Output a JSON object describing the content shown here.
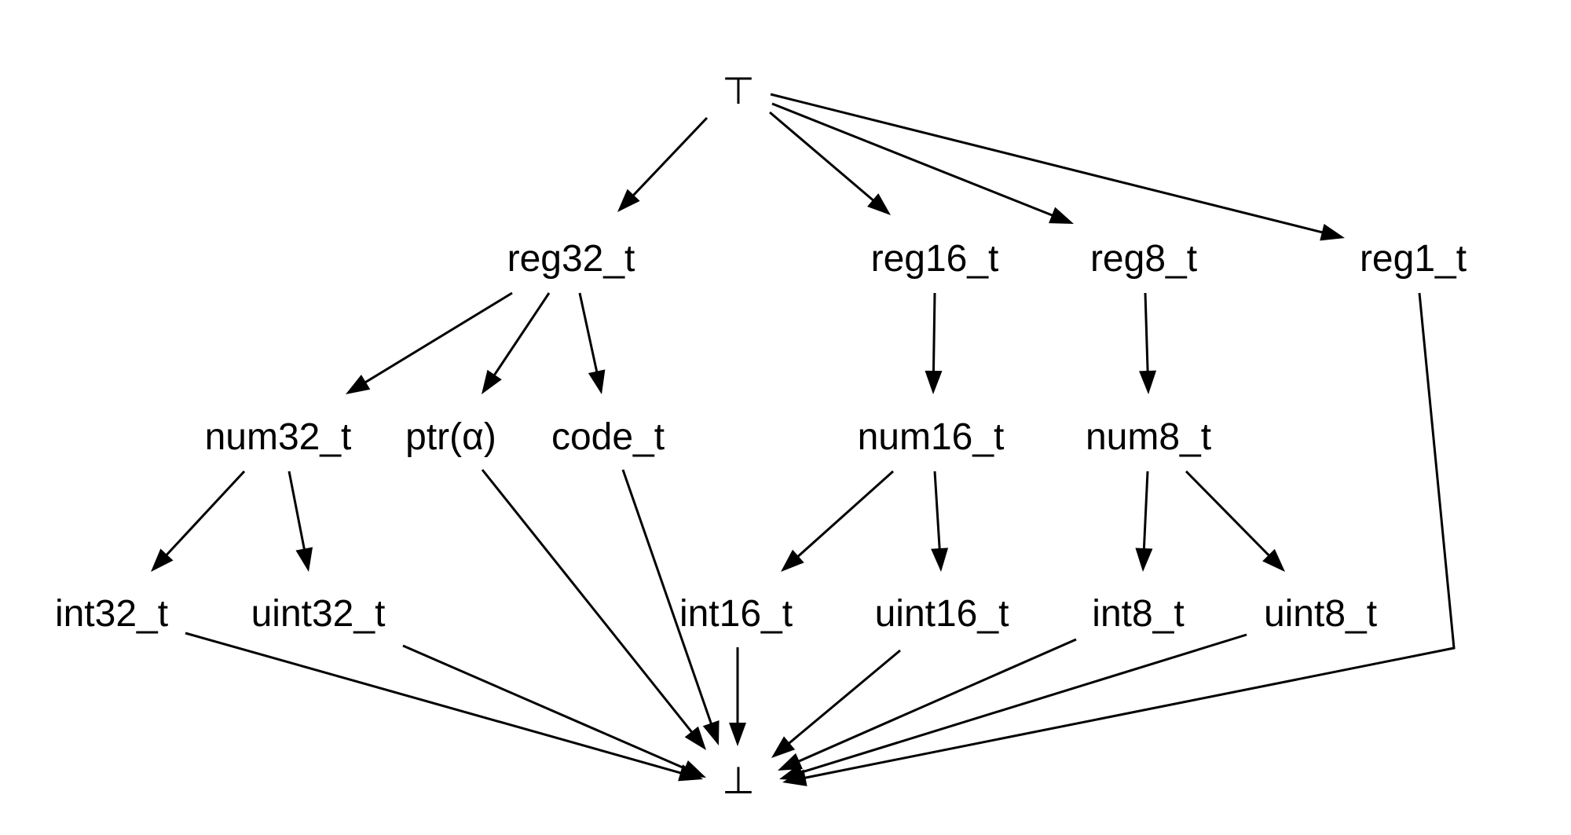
{
  "diagram": {
    "nodes": [
      {
        "id": "top",
        "label": "⊤"
      },
      {
        "id": "reg32",
        "label": "reg32_t"
      },
      {
        "id": "reg16",
        "label": "reg16_t"
      },
      {
        "id": "reg8",
        "label": "reg8_t"
      },
      {
        "id": "reg1",
        "label": "reg1_t"
      },
      {
        "id": "num32",
        "label": "num32_t"
      },
      {
        "id": "ptr",
        "label": "ptr(α)"
      },
      {
        "id": "code",
        "label": "code_t"
      },
      {
        "id": "num16",
        "label": "num16_t"
      },
      {
        "id": "num8",
        "label": "num8_t"
      },
      {
        "id": "int32",
        "label": "int32_t"
      },
      {
        "id": "uint32",
        "label": "uint32_t"
      },
      {
        "id": "int16",
        "label": "int16_t"
      },
      {
        "id": "uint16",
        "label": "uint16_t"
      },
      {
        "id": "int8",
        "label": "int8_t"
      },
      {
        "id": "uint8",
        "label": "uint8_t"
      },
      {
        "id": "bottom",
        "label": "⊥"
      }
    ],
    "edges": [
      {
        "from": "top",
        "to": "reg32"
      },
      {
        "from": "top",
        "to": "reg16"
      },
      {
        "from": "top",
        "to": "reg8"
      },
      {
        "from": "top",
        "to": "reg1"
      },
      {
        "from": "reg32",
        "to": "num32"
      },
      {
        "from": "reg32",
        "to": "ptr"
      },
      {
        "from": "reg32",
        "to": "code"
      },
      {
        "from": "reg16",
        "to": "num16"
      },
      {
        "from": "reg8",
        "to": "num8"
      },
      {
        "from": "num32",
        "to": "int32"
      },
      {
        "from": "num32",
        "to": "uint32"
      },
      {
        "from": "num16",
        "to": "int16"
      },
      {
        "from": "num16",
        "to": "uint16"
      },
      {
        "from": "num8",
        "to": "int8"
      },
      {
        "from": "num8",
        "to": "uint8"
      },
      {
        "from": "int32",
        "to": "bottom"
      },
      {
        "from": "uint32",
        "to": "bottom"
      },
      {
        "from": "ptr",
        "to": "bottom"
      },
      {
        "from": "code",
        "to": "bottom"
      },
      {
        "from": "int16",
        "to": "bottom"
      },
      {
        "from": "uint16",
        "to": "bottom"
      },
      {
        "from": "int8",
        "to": "bottom"
      },
      {
        "from": "uint8",
        "to": "bottom"
      },
      {
        "from": "reg1",
        "to": "bottom"
      }
    ]
  }
}
